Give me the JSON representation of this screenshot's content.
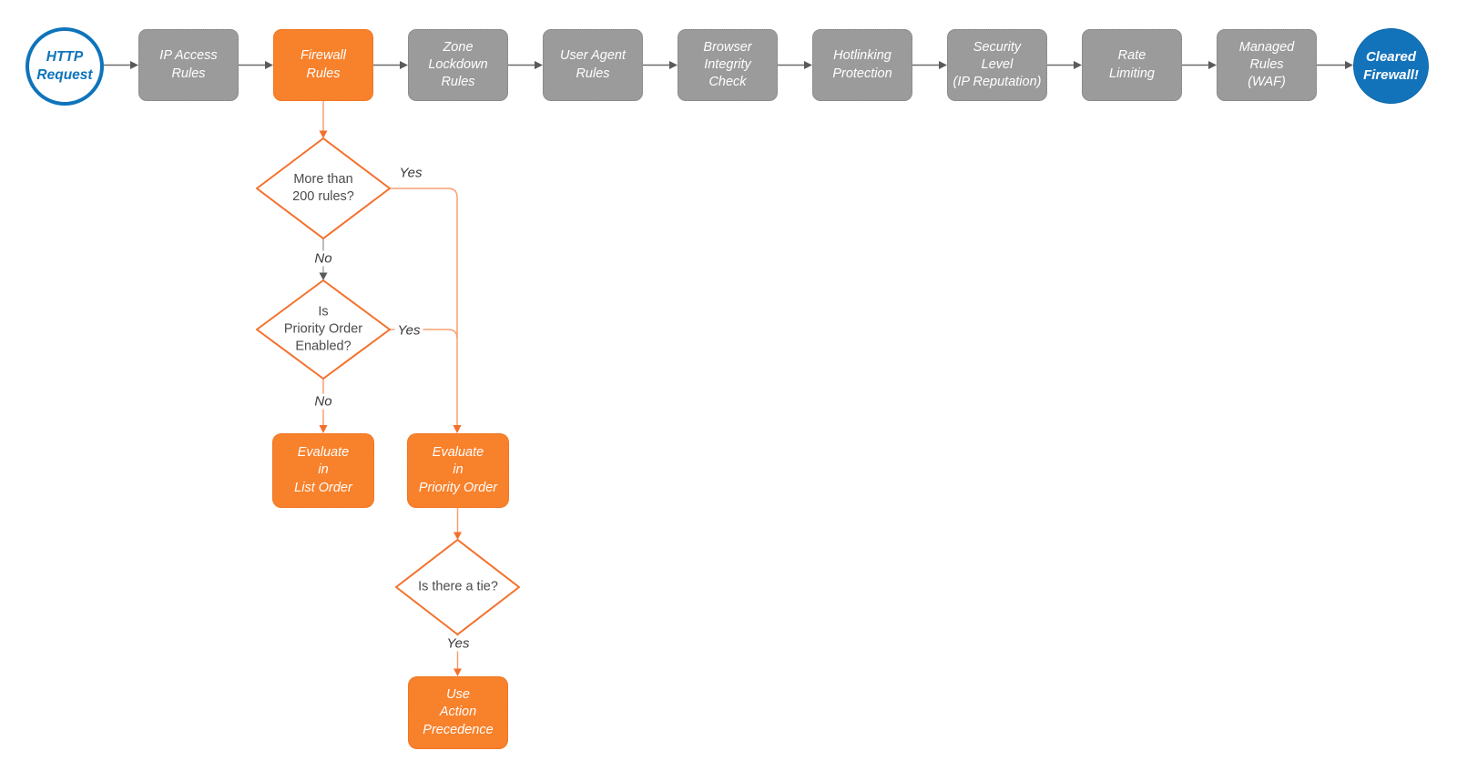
{
  "nodes": {
    "start": {
      "lines": [
        "HTTP",
        "Request"
      ]
    },
    "steps": [
      {
        "lines": [
          "IP Access",
          "Rules"
        ]
      },
      {
        "lines": [
          "Firewall",
          "Rules"
        ]
      },
      {
        "lines": [
          "Zone",
          "Lockdown",
          "Rules"
        ]
      },
      {
        "lines": [
          "User Agent",
          "Rules"
        ]
      },
      {
        "lines": [
          "Browser",
          "Integrity",
          "Check"
        ]
      },
      {
        "lines": [
          "Hotlinking",
          "Protection"
        ]
      },
      {
        "lines": [
          "Security",
          "Level",
          "(IP Reputation)"
        ]
      },
      {
        "lines": [
          "Rate",
          "Limiting"
        ]
      },
      {
        "lines": [
          "Managed",
          "Rules",
          "(WAF)"
        ]
      }
    ],
    "end": {
      "lines": [
        "Cleared",
        "Firewall!"
      ]
    },
    "decisions": {
      "rules_count": {
        "lines": [
          "More than",
          "200 rules?"
        ]
      },
      "priority_enabled": {
        "lines": [
          "Is",
          "Priority Order",
          "Enabled?"
        ]
      },
      "tie": {
        "lines": [
          "Is there a tie?"
        ]
      }
    },
    "outcomes": {
      "list_order": {
        "lines": [
          "Evaluate",
          "in",
          "List Order"
        ]
      },
      "priority_order": {
        "lines": [
          "Evaluate",
          "in",
          "Priority Order"
        ]
      },
      "action_precedence": {
        "lines": [
          "Use",
          "Action",
          "Precedence"
        ]
      }
    }
  },
  "edge_labels": {
    "rules_count_yes": "Yes",
    "rules_count_no": "No",
    "priority_enabled_yes": "Yes",
    "priority_enabled_no": "No",
    "tie_yes": "Yes"
  },
  "colors": {
    "accent_orange": "#F4702A",
    "orange_node_fill": "#F8812B",
    "gray_node_fill": "#9B9B9B",
    "blue_accent": "#0E74BB",
    "blue_node_fill": "#1373BA",
    "connector_gray": "#6A6A6A"
  }
}
